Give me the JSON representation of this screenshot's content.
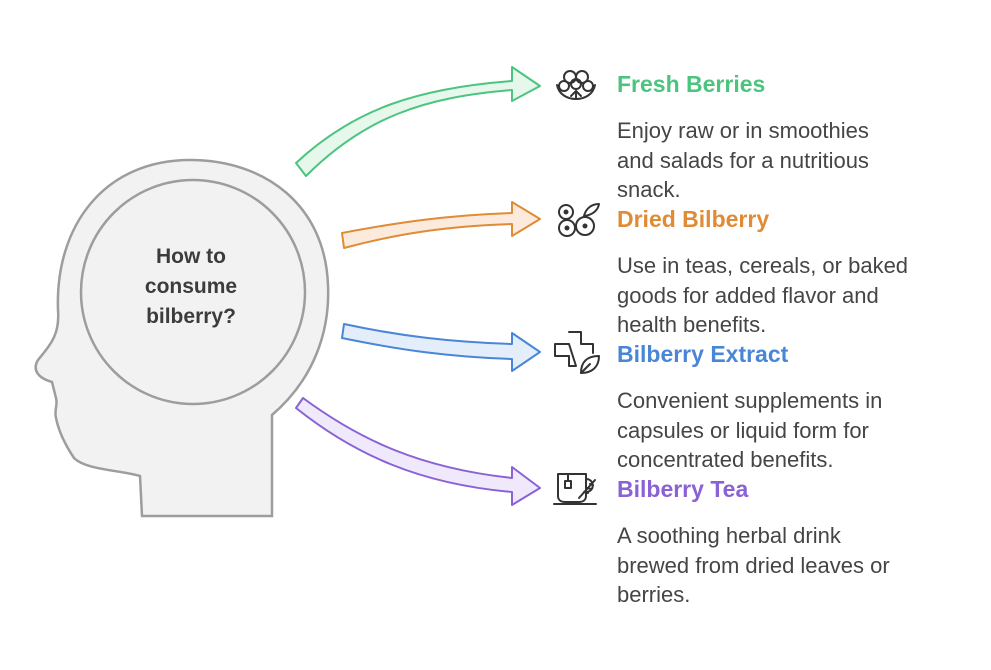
{
  "center": {
    "lines": [
      "How to",
      "consume",
      "bilberry?"
    ]
  },
  "options": [
    {
      "title": "Fresh Berries",
      "color": "#4cc47f",
      "fill": "#e6f7ec",
      "icon": "berries-icon",
      "desc": [
        "Enjoy raw or in smoothies",
        "and salads for a nutritious",
        "snack."
      ]
    },
    {
      "title": "Dried Bilberry",
      "color": "#e08b35",
      "fill": "#fcebdc",
      "icon": "dried-berries-icon",
      "desc": [
        "Use in teas, cereals, or baked",
        "goods for added flavor and",
        "health benefits."
      ]
    },
    {
      "title": "Bilberry Extract",
      "color": "#4a86d8",
      "fill": "#e4eefb",
      "icon": "medical-leaf-icon",
      "desc": [
        "Convenient supplements in",
        "capsules or liquid form for",
        "concentrated benefits."
      ]
    },
    {
      "title": "Bilberry Tea",
      "color": "#8a62d6",
      "fill": "#efe9fb",
      "icon": "tea-cup-icon",
      "desc": [
        "A soothing herbal drink",
        "brewed from dried leaves or",
        "berries."
      ]
    }
  ]
}
